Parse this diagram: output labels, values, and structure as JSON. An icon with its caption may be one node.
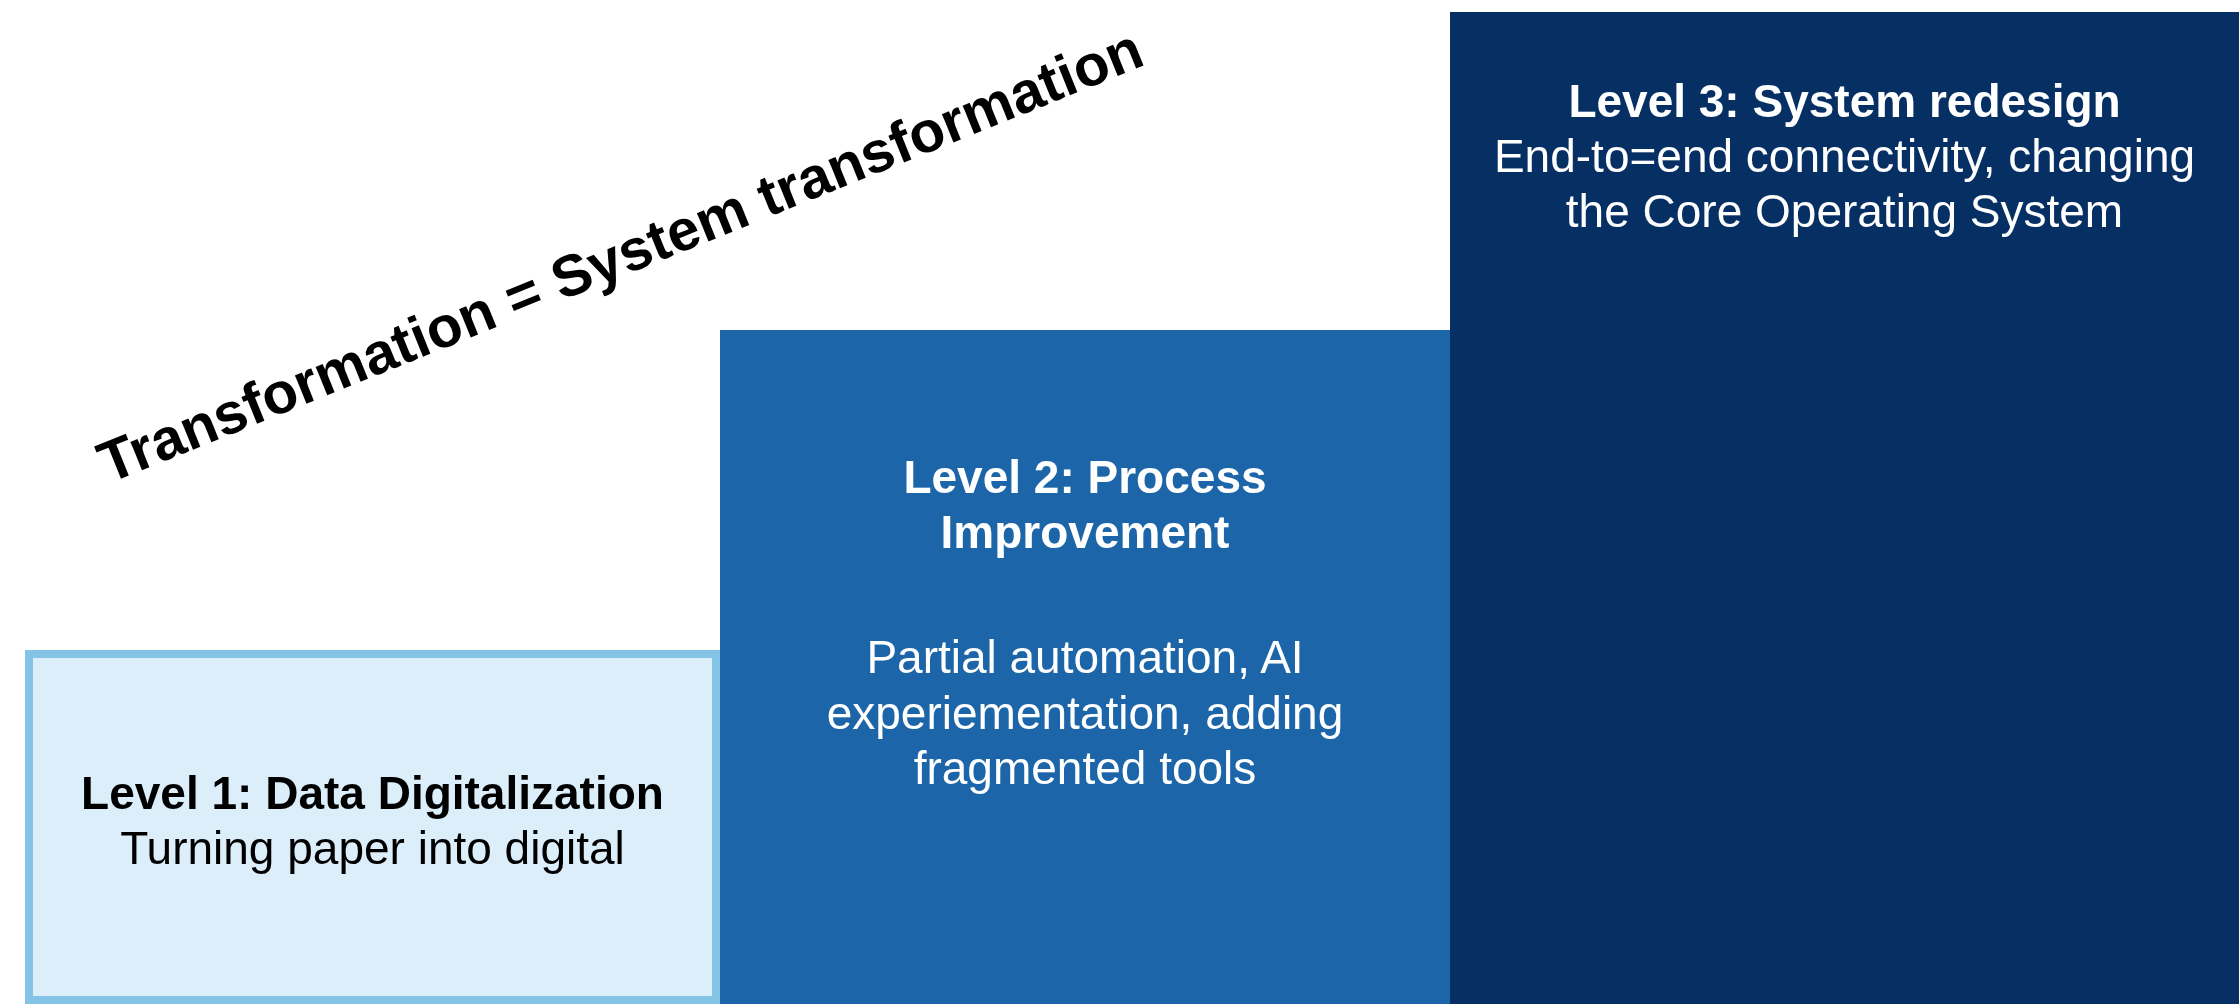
{
  "diagram": {
    "nodes": [
      {
        "text": [
          "Level 1: Data Digitalization",
          "Turning paper into digital"
        ]
      },
      {
        "text": [
          "Level 2:  Process Improvement",
          "Partial automation, AI experiementation, adding fragmented tools"
        ]
      },
      {
        "text": [
          "Level 3: System redesign",
          "End-to=end connectivity, changing the Core Operating System"
        ]
      }
    ],
    "labels": [
      "Transformation = System transformation"
    ]
  }
}
